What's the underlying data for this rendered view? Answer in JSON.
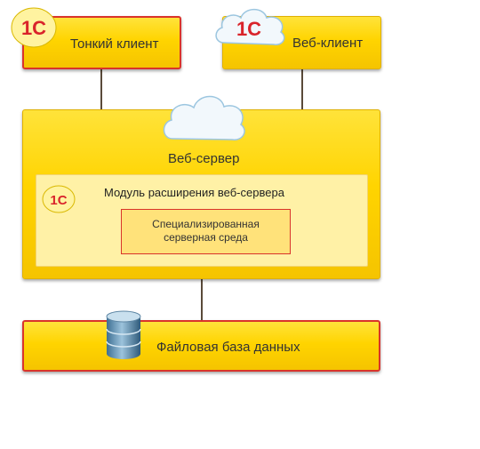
{
  "thin_client": {
    "label": "Тонкий клиент",
    "logo_text": "1С"
  },
  "web_client": {
    "label": "Веб-клиент",
    "logo_text": "1С"
  },
  "web_server": {
    "label": "Веб-сервер"
  },
  "extension_module": {
    "label": "Модуль расширения веб-сервера",
    "logo_text": "1С"
  },
  "special_env": {
    "line1": "Специализированная",
    "line2": "серверная среда"
  },
  "file_db": {
    "label": "Файловая база данных"
  },
  "colors": {
    "box": "#ffd400",
    "red_border": "#d9342b",
    "logo_red": "#d9242b"
  }
}
